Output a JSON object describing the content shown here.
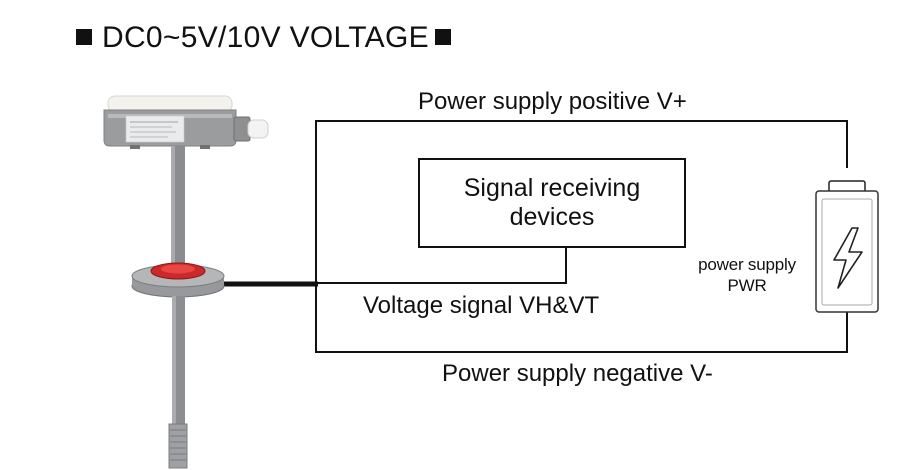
{
  "title": "DC0~5V/10V VOLTAGE",
  "labels": {
    "positive": "Power supply positive V+",
    "negative": "Power supply negative V-",
    "signal": "Voltage signal VH&VT",
    "receiver_line1": "Signal receiving",
    "receiver_line2": "devices",
    "pwr_line1": "power supply",
    "pwr_line2": "PWR"
  },
  "icons": {
    "sensor": "duct-humidity-sensor-icon",
    "battery": "battery-icon",
    "lightning": "lightning-bolt-icon"
  }
}
